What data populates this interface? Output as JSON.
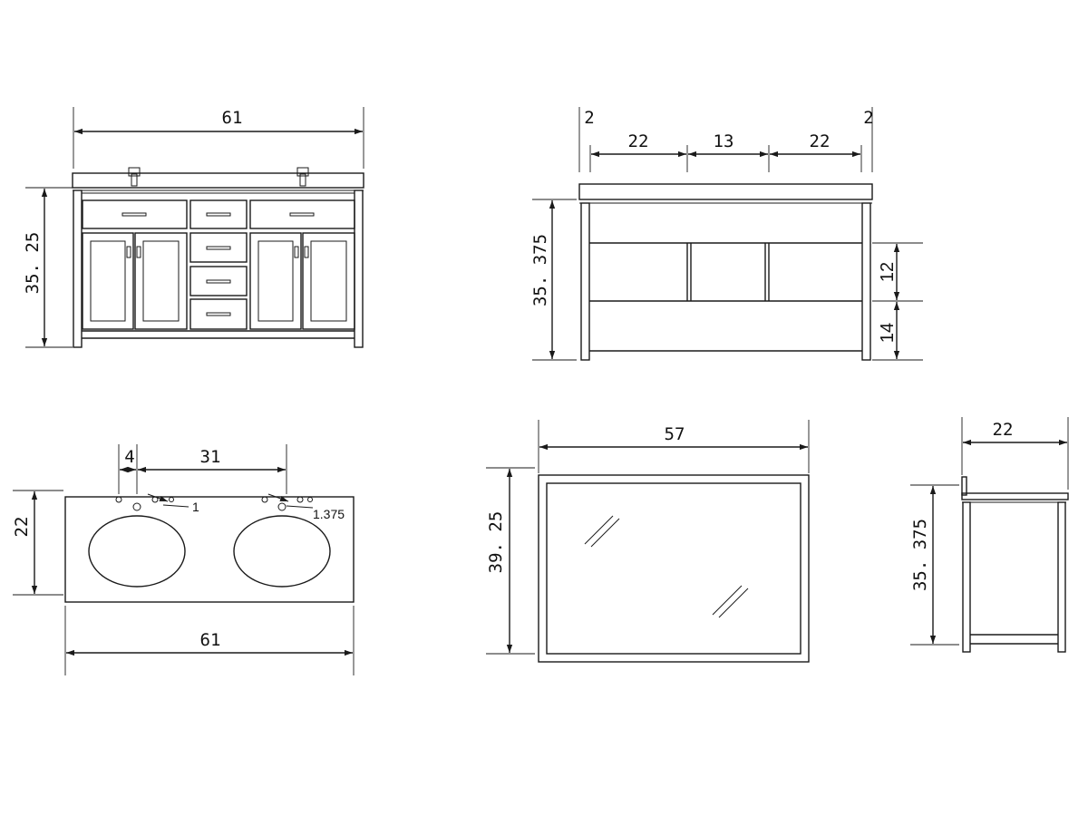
{
  "front_view": {
    "width_label": "61",
    "height_label": "35. 25"
  },
  "side_view": {
    "top_labels": [
      "2",
      "22",
      "13",
      "22",
      "2"
    ],
    "height_label": "35. 375",
    "right_labels": [
      "12",
      "14"
    ]
  },
  "top_view": {
    "label_4": "4",
    "label_31": "31",
    "label_1": "1",
    "label_1375": "1.375",
    "depth_label": "22",
    "width_label": "61"
  },
  "mirror_view": {
    "width_label": "57",
    "height_label": "39. 25"
  },
  "profile_view": {
    "depth_label": "22",
    "height_label": "35. 375"
  },
  "icons": [
    "dimension-arrow",
    "faucet-icon",
    "handle-icon",
    "glass-reflection-icon"
  ]
}
